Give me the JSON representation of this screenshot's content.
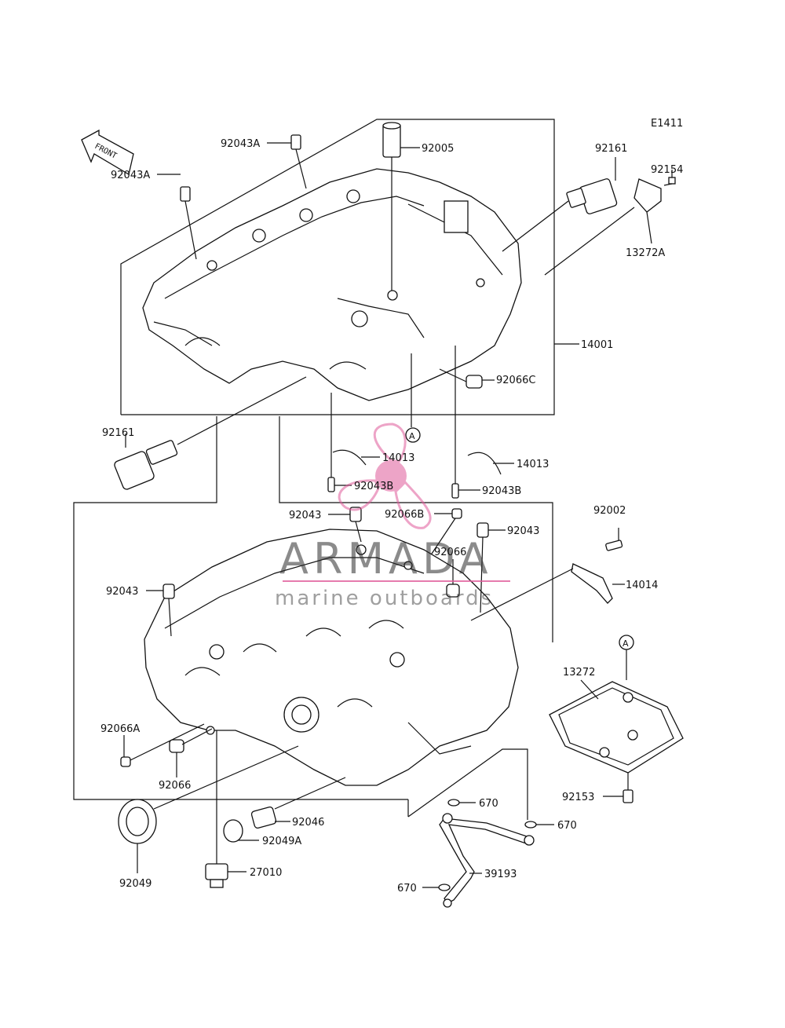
{
  "diagram_code": "E1411",
  "front_marker": "FRONT",
  "ref_a": "A",
  "watermark": {
    "title": "ARMADA",
    "subtitle": "marine outboards",
    "color": "#e05a9a"
  },
  "labels": {
    "l92043A_1": "92043A",
    "l92043A_2": "92043A",
    "l92005": "92005",
    "l92161_top": "92161",
    "l92154": "92154",
    "l13272A": "13272A",
    "l14001": "14001",
    "l92066C": "92066C",
    "l92161_left": "92161",
    "l14013_1": "14013",
    "l14013_2": "14013",
    "l92043B_1": "92043B",
    "l92043B_2": "92043B",
    "l92066B": "92066B",
    "l92043_1": "92043",
    "l92043_2": "92043",
    "l92043_3": "92043",
    "l92066_1": "92066",
    "l92002": "92002",
    "l14014": "14014",
    "l13272": "13272",
    "l92066A": "92066A",
    "l92066_2": "92066",
    "l92153": "92153",
    "l670_1": "670",
    "l670_2": "670",
    "l670_3": "670",
    "l92046": "92046",
    "l92049A": "92049A",
    "l92049": "92049",
    "l27010": "27010",
    "l39193": "39193"
  }
}
